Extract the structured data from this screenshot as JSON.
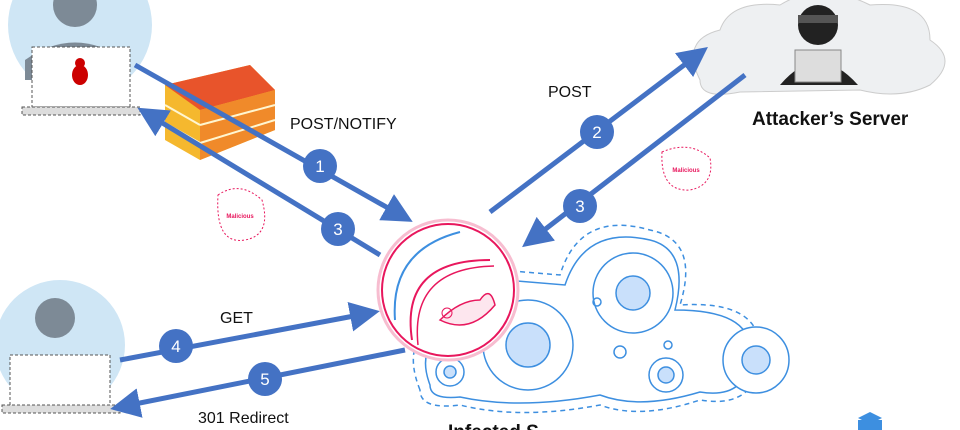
{
  "labels": {
    "post_notify": "POST/NOTIFY",
    "post": "POST",
    "get": "GET",
    "redirect": "301 Redirect",
    "attacker_server": "Attacker’s Server",
    "infected_server": "Infected S"
  },
  "steps": {
    "s1": "1",
    "s2": "2",
    "s3a": "3",
    "s3b": "3",
    "s4": "4",
    "s5": "5"
  },
  "malicious_tag": "Malicious",
  "colors": {
    "arrow": "#4472c4",
    "malware": "#e8175d",
    "cloud": "#3d8fe0",
    "cloud_fill": "#c9e0fb"
  }
}
